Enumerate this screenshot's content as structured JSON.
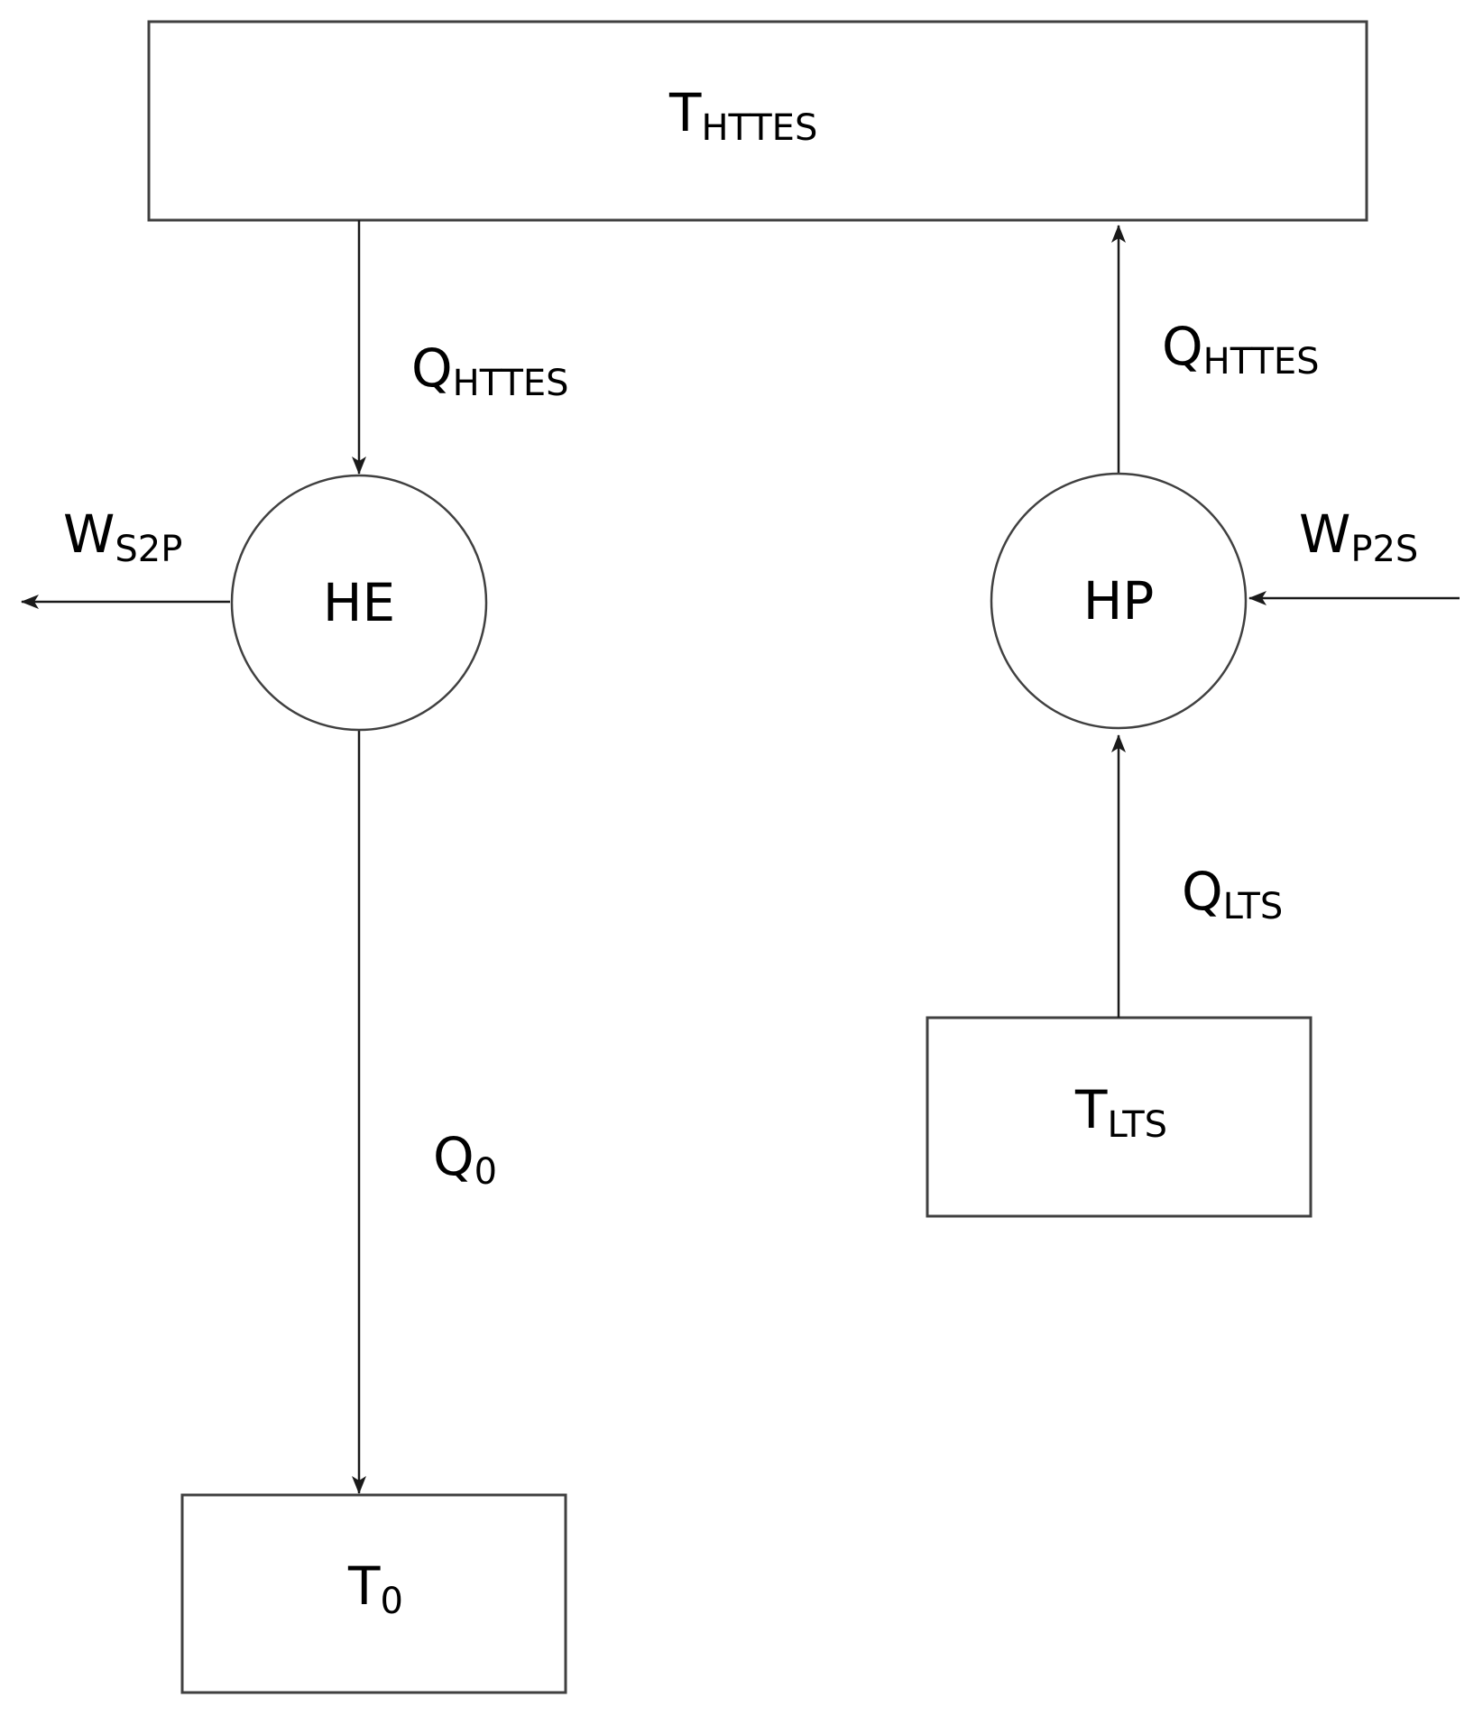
{
  "diagram": {
    "blocks": {
      "htes_store": {
        "main": "T",
        "sub": "HTTES"
      },
      "lts_store": {
        "main": "T",
        "sub": "LTS"
      },
      "ambient": {
        "main": "T",
        "sub": "0"
      }
    },
    "nodes": {
      "heat_engine": "HE",
      "heat_pump": "HP"
    },
    "flows": {
      "q_htes_discharge": {
        "main": "Q",
        "sub": "HTTES"
      },
      "q_htes_charge": {
        "main": "Q",
        "sub": "HTTES"
      },
      "q_ambient": {
        "main": "Q",
        "sub": "0"
      },
      "q_lts": {
        "main": "Q",
        "sub": "LTS"
      },
      "w_out": {
        "main": "W",
        "sub": "S2P"
      },
      "w_in": {
        "main": "W",
        "sub": "P2S"
      }
    }
  }
}
